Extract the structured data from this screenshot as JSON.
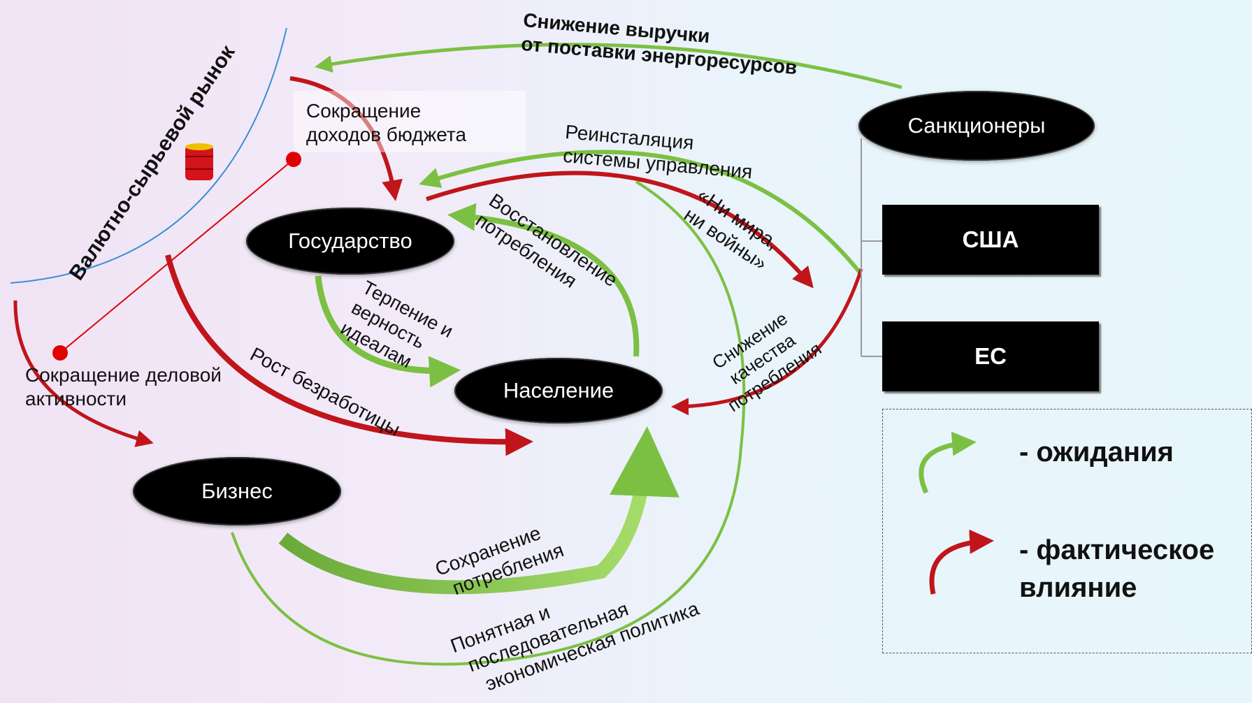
{
  "market": {
    "label": "Валютно-сырьевой рынок",
    "icon": "oil-barrel-icon"
  },
  "nodes": {
    "state": "Государство",
    "population": "Население",
    "business": "Бизнес",
    "sanctioners": "Санкционеры",
    "usa": "США",
    "eu": "ЕС"
  },
  "labels": {
    "revenue_decline": [
      "Снижение выручки",
      "от поставки энергоресурсов"
    ],
    "budget_cut": [
      "Сокращение",
      "доходов бюджета"
    ],
    "reinstall": [
      "Реинсталяция",
      "системы управления"
    ],
    "no_peace": [
      "«Ни мира,",
      "ни войны»"
    ],
    "restore": [
      "Восстановление",
      "потребления"
    ],
    "patience": [
      "Терпение и",
      "верность",
      "идеалам"
    ],
    "business_activity": [
      "Сокращение деловой",
      "активности"
    ],
    "unemployment": "Рост безработицы",
    "quality_drop": [
      "Снижение",
      "качества",
      "потребления"
    ],
    "keep_consumption": [
      "Сохранение",
      "потребления"
    ],
    "policy": [
      "Понятная и",
      "последовательная",
      "экономическая политика"
    ]
  },
  "legend": {
    "expectations": "-  ожидания",
    "actual": [
      "- фактическое",
      "влияние"
    ]
  },
  "colors": {
    "expectation": "#7cc043",
    "actual": "#c0151b",
    "node": "#000000"
  }
}
